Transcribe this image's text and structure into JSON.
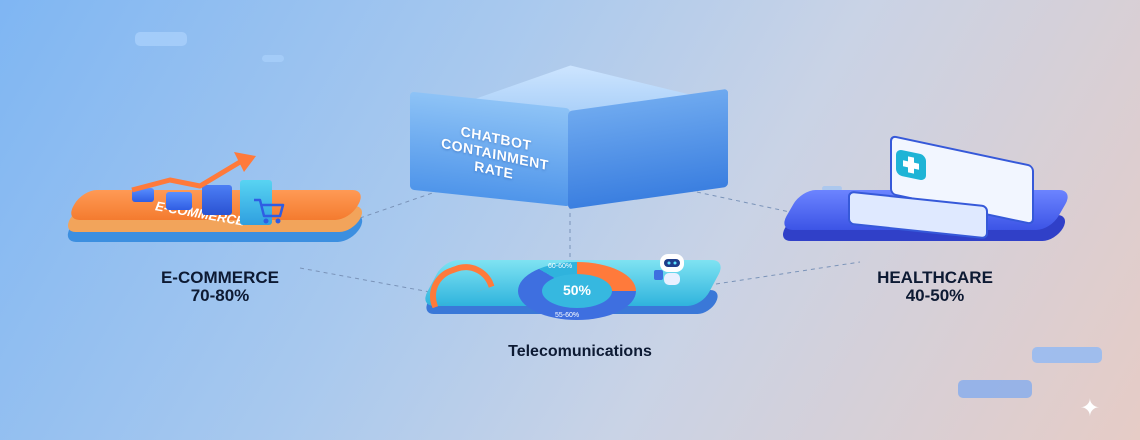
{
  "center": {
    "lines": [
      "CHATBOT",
      "CONTAINMENT",
      "RATE"
    ]
  },
  "ecommerce": {
    "platform_label": "E-COMMERCE",
    "name": "E-COMMERCE",
    "value": "70-80%"
  },
  "telecom": {
    "name": "Telecomunications",
    "donut_center": "50%",
    "donut_top": "60-60%",
    "donut_bottom": "55-60%"
  },
  "healthcare": {
    "name": "HEALTHCARE",
    "value": "40-50%"
  },
  "icons": [
    "shopping-cart-icon",
    "bar-chart-icon",
    "trend-arrow-icon",
    "phone-icon",
    "robot-icon",
    "medical-cross-icon",
    "id-card-icon",
    "sparkle-icon"
  ],
  "colors": {
    "ecommerce_accent": "#f47b2f",
    "telecom_accent": "#2fb3dd",
    "healthcare_accent": "#3c54e6",
    "center_cube": "#4f95ea"
  }
}
